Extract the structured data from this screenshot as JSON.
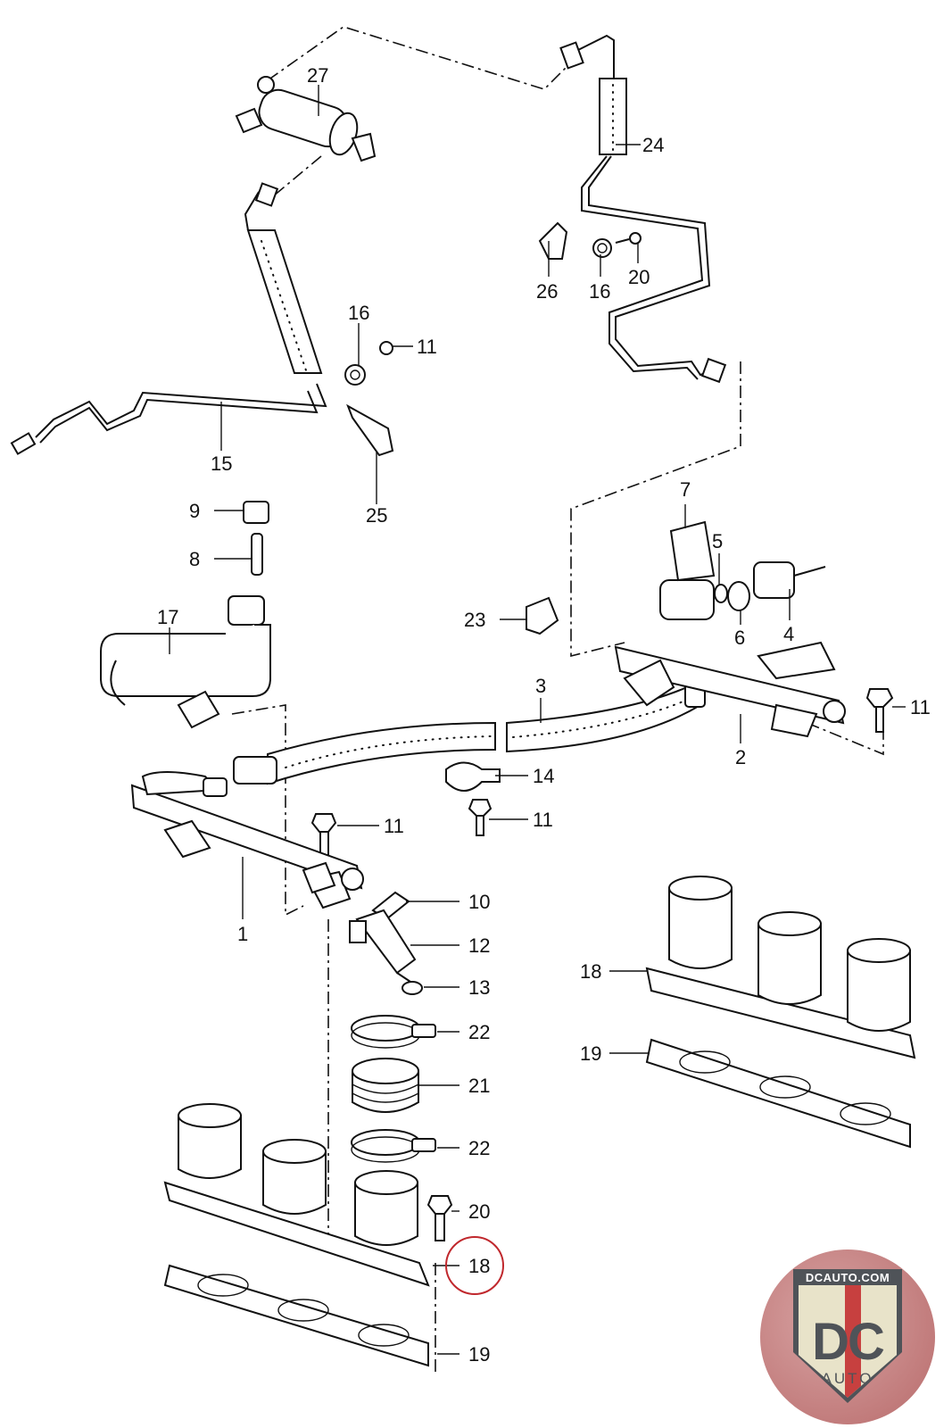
{
  "diagram": {
    "title": "Fuel rail, fuel lines and intake manifold exploded view",
    "callouts": [
      {
        "id": "c27",
        "text": "27"
      },
      {
        "id": "c24",
        "text": "24"
      },
      {
        "id": "c26",
        "text": "26"
      },
      {
        "id": "c16a",
        "text": "16"
      },
      {
        "id": "c20a",
        "text": "20"
      },
      {
        "id": "c16b",
        "text": "16"
      },
      {
        "id": "c11a",
        "text": "11"
      },
      {
        "id": "c15",
        "text": "15"
      },
      {
        "id": "c25",
        "text": "25"
      },
      {
        "id": "c9",
        "text": "9"
      },
      {
        "id": "c8",
        "text": "8"
      },
      {
        "id": "c7",
        "text": "7"
      },
      {
        "id": "c5",
        "text": "5"
      },
      {
        "id": "c17",
        "text": "17"
      },
      {
        "id": "c23",
        "text": "23"
      },
      {
        "id": "c6",
        "text": "6"
      },
      {
        "id": "c4",
        "text": "4"
      },
      {
        "id": "c3",
        "text": "3"
      },
      {
        "id": "c11b",
        "text": "11"
      },
      {
        "id": "c2",
        "text": "2"
      },
      {
        "id": "c14",
        "text": "14"
      },
      {
        "id": "c11c",
        "text": "11"
      },
      {
        "id": "c11d",
        "text": "11"
      },
      {
        "id": "c10",
        "text": "10"
      },
      {
        "id": "c1",
        "text": "1"
      },
      {
        "id": "c12",
        "text": "12"
      },
      {
        "id": "c18a",
        "text": "18"
      },
      {
        "id": "c13",
        "text": "13"
      },
      {
        "id": "c22a",
        "text": "22"
      },
      {
        "id": "c19a",
        "text": "19"
      },
      {
        "id": "c21",
        "text": "21"
      },
      {
        "id": "c22b",
        "text": "22"
      },
      {
        "id": "c20b",
        "text": "20"
      },
      {
        "id": "c18b",
        "text": "18"
      },
      {
        "id": "c19b",
        "text": "19"
      }
    ],
    "highlighted_callout": "18"
  },
  "watermark": {
    "site": "DCAUTO.COM",
    "brand": "DC",
    "sub": "AUTO",
    "colors": {
      "shield": "#4f5358",
      "stripe": "#c7403f",
      "background": "#b86b6b",
      "panel": "#e8e3c9"
    }
  },
  "colors": {
    "line": "#111111",
    "highlight_circle": "#c0282d"
  }
}
